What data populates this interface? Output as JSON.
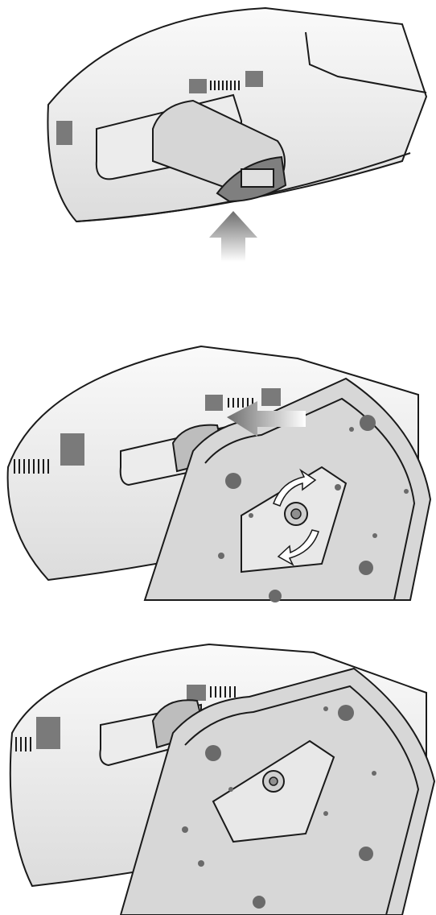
{
  "colors": {
    "background": "#ffffff",
    "surface_light": "#f2f2f2",
    "surface_mid": "#d9d9d9",
    "surface_dark": "#9a9a9a",
    "outline": "#1a1a1a",
    "vent_block": "#7a7a7a",
    "arrow_gray": "#8c8c8c"
  },
  "steps": [
    {
      "id": "step-1",
      "illustration": "stand-neck-attached-to-monitor-hinge",
      "arrow": "arrow-up-icon"
    },
    {
      "id": "step-2",
      "illustration": "base-pushed-onto-neck-with-thumbscrew",
      "arrow": "arrow-right-icon",
      "rotation_indicator": "rotate-clockwise-icon"
    },
    {
      "id": "step-3",
      "illustration": "base-attached-and-screw-tightened"
    }
  ]
}
